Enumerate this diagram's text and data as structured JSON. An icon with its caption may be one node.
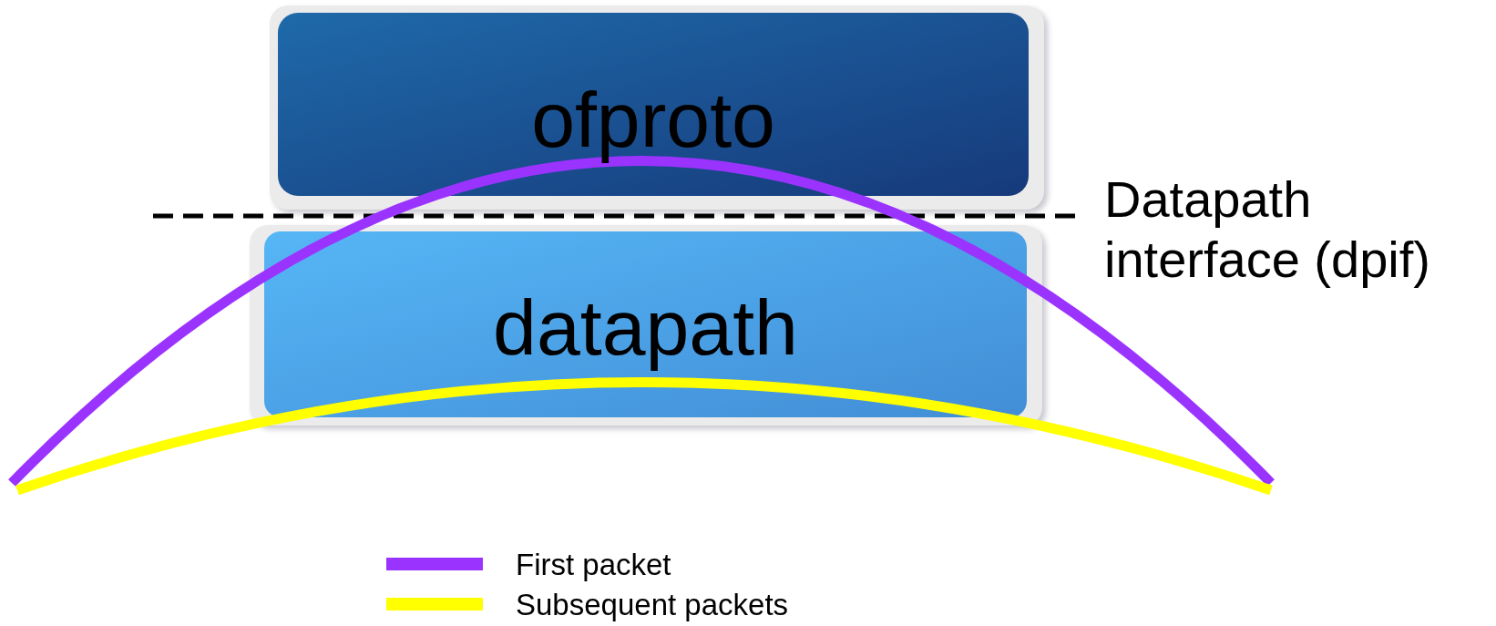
{
  "diagram": {
    "nodes": [
      {
        "text": [
          "ofproto"
        ]
      },
      {
        "text": [
          "datapath"
        ]
      }
    ],
    "labels": [
      "Datapath interface (dpif)"
    ],
    "legend": [
      {
        "text": "First packet"
      },
      {
        "text": "Subsequent packets"
      }
    ]
  }
}
